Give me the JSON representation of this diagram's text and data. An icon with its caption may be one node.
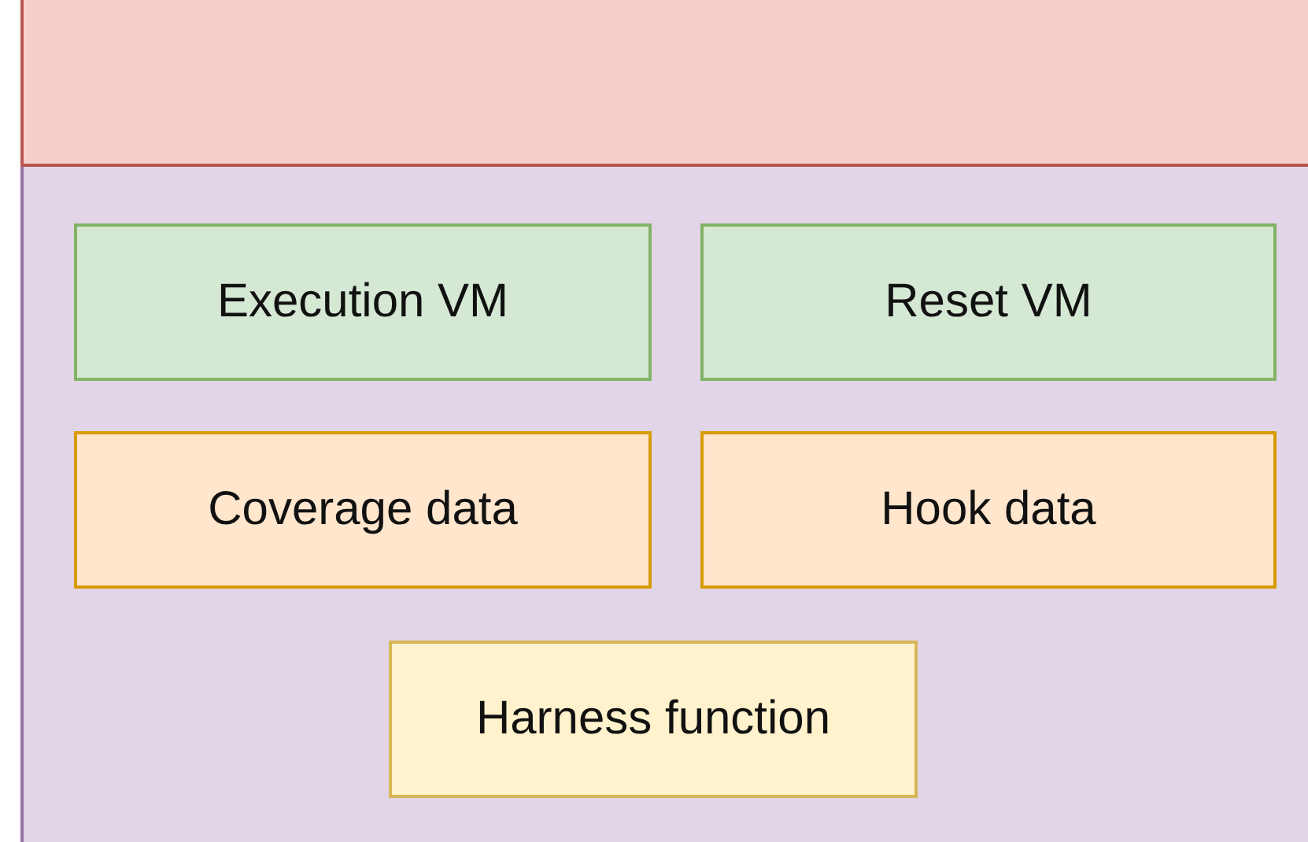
{
  "diagram": {
    "nodes": [
      {
        "text": [],
        "shape": "box"
      },
      {
        "text": [
          "Execution VM"
        ],
        "in": 0
      },
      {
        "text": [
          "Reset VM"
        ],
        "in": 0
      },
      {
        "text": [
          "Coverage data"
        ],
        "in": 0
      },
      {
        "text": [
          "Hook data"
        ],
        "in": 0
      },
      {
        "text": [
          "Harness function"
        ],
        "in": 0
      }
    ]
  }
}
